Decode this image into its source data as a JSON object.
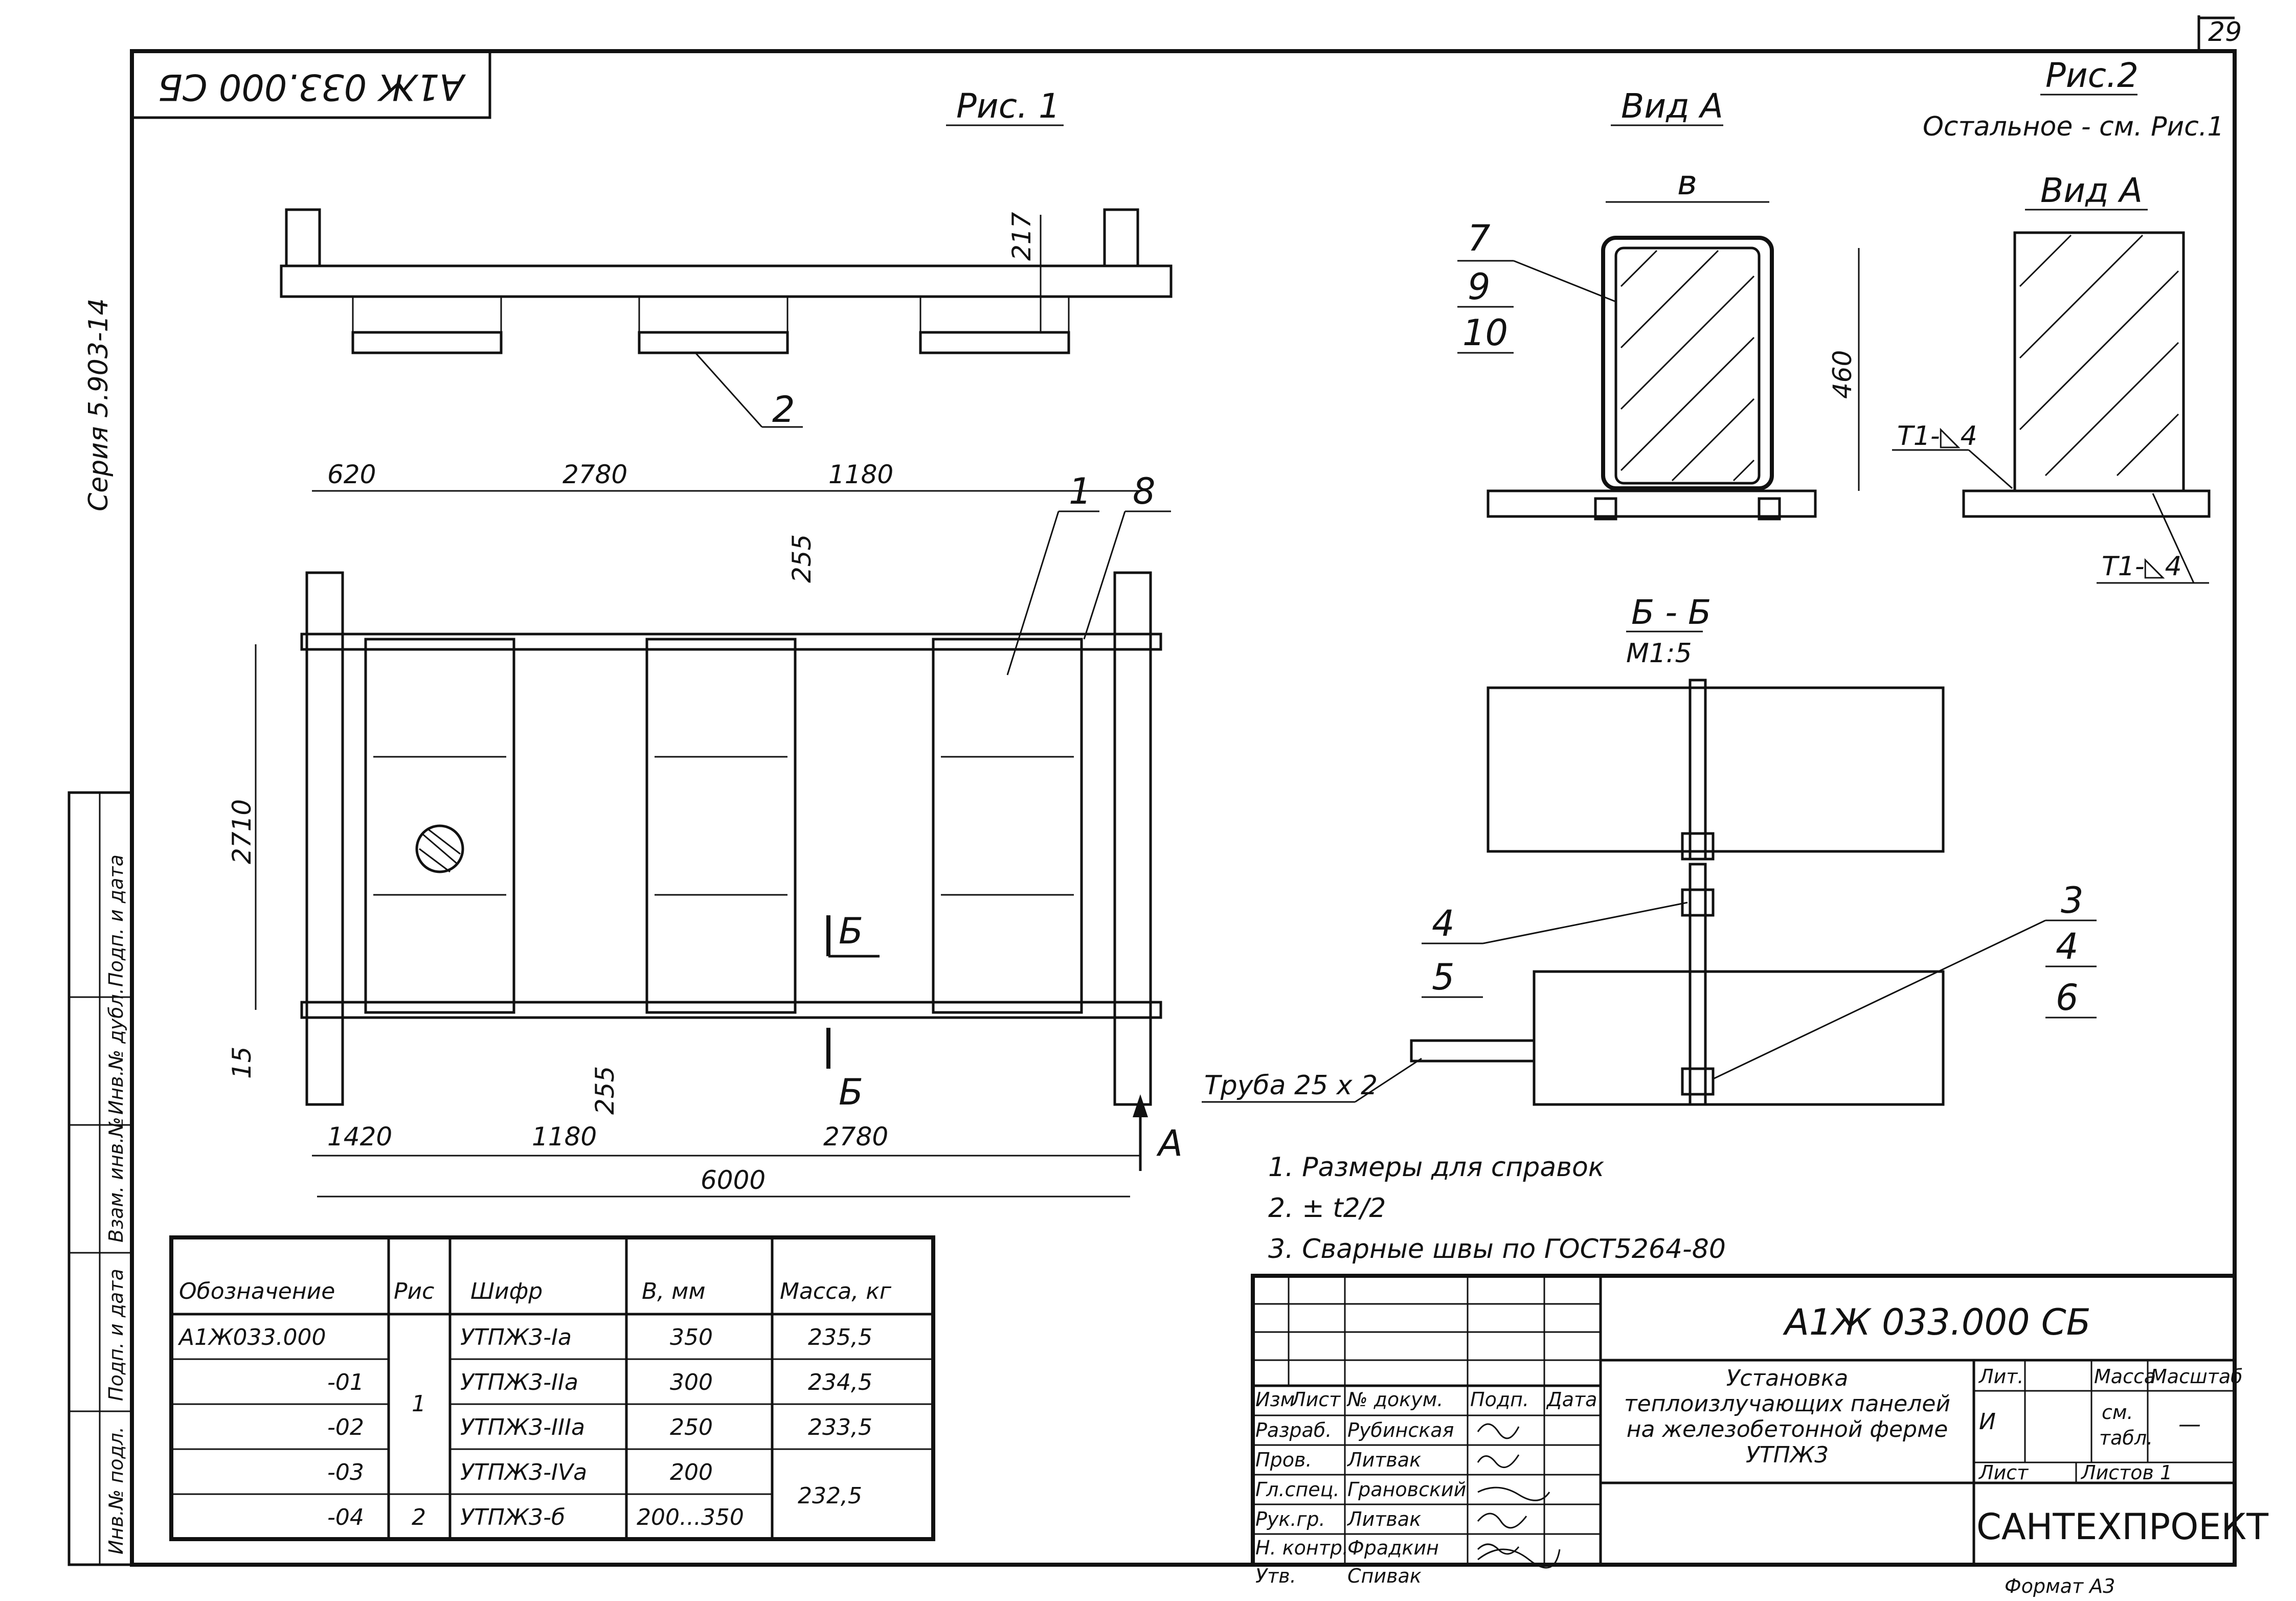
{
  "top_stamp": "А1Ж 033.000 СБ",
  "page_number": "29",
  "series_vertical": "Серия 5.903-14",
  "fig1": {
    "title": "Рис. 1",
    "dims": {
      "d217": "217",
      "d620": "620",
      "d2780_top": "2780",
      "d1180_top": "1180",
      "d255_top": "255",
      "d2710": "2710",
      "d15": "15",
      "d255_bottom": "255",
      "d1420": "1420",
      "d1180_bottom": "1180",
      "d2780_bottom": "2780",
      "d6000": "6000"
    },
    "pos": {
      "p1": "1",
      "p2": "2",
      "p8": "8"
    },
    "section_mark": "Б",
    "view_arrow": "А"
  },
  "view_a": {
    "title": "Вид А",
    "dim_b": "в",
    "dim_460": "460",
    "pos": [
      "7",
      "9",
      "10"
    ]
  },
  "fig2": {
    "title": "Рис.2",
    "subtitle": "Остальное - см. Рис.1",
    "view_title": "Вид А",
    "weld_top": "Т1-◺4",
    "weld_bottom": "Т1-◺4"
  },
  "section_bb": {
    "title": "Б - Б",
    "scale": "М1:5",
    "pos_left": [
      "4",
      "5"
    ],
    "pos_right": [
      "3",
      "4",
      "6"
    ],
    "pipe": "Труба 25 х 2"
  },
  "notes": [
    "1. Размеры для справок",
    "2. ± t2/2",
    "3. Сварные швы по ГОСТ5264-80"
  ],
  "spec_table": {
    "headers": [
      "Обозначение",
      "Рис",
      "Шифр",
      "В, мм",
      "Масса, кг"
    ],
    "rows": [
      {
        "code": "А1Ж033.000",
        "fig": "",
        "cipher": "УТПЖ3-Iа",
        "b": "350",
        "mass": "235,5"
      },
      {
        "code": "-01",
        "fig": "1",
        "cipher": "УТПЖ3-IIа",
        "b": "300",
        "mass": "234,5"
      },
      {
        "code": "-02",
        "fig": "",
        "cipher": "УТПЖ3-IIIа",
        "b": "250",
        "mass": "233,5"
      },
      {
        "code": "-03",
        "fig": "",
        "cipher": "УТПЖ3-IVа",
        "b": "200",
        "mass": "232,5"
      },
      {
        "code": "-04",
        "fig": "2",
        "cipher": "УТПЖ3-б",
        "b": "200...350",
        "mass": ""
      }
    ]
  },
  "title_block": {
    "doc_code": "А1Ж 033.000 СБ",
    "title_lines": [
      "Установка",
      "теплоизлучающих панелей",
      "на железобетонной ферме",
      "УТПЖ3"
    ],
    "header_cells": [
      "Изм",
      "Лист",
      "№ докум.",
      "Подп.",
      "Дата"
    ],
    "people": [
      {
        "role": "Разраб.",
        "name": "Рубинская"
      },
      {
        "role": "Пров.",
        "name": "Литвак"
      },
      {
        "role": "Гл.спец.",
        "name": "Грановский"
      },
      {
        "role": "Рук.гр.",
        "name": "Литвак"
      },
      {
        "role": "Н. контр.",
        "name": "Фрадкин"
      },
      {
        "role": "Утв.",
        "name": "Спивак"
      }
    ],
    "lit_label": "Лит.",
    "lit_value": "И",
    "mass_label": "Масса",
    "mass_value_1": "см.",
    "mass_value_2": "табл.",
    "scale_label": "Масштаб",
    "scale_value": "—",
    "sheet_label": "Лист",
    "sheets_label": "Листов 1",
    "org": "САНТЕХПРОЕКТ",
    "format": "Формат А3"
  },
  "left_strip": [
    "Инв.№ подл.",
    "Подп. и дата",
    "Взам. инв.№",
    "Инв.№ дубл.",
    "Подп. и дата"
  ]
}
